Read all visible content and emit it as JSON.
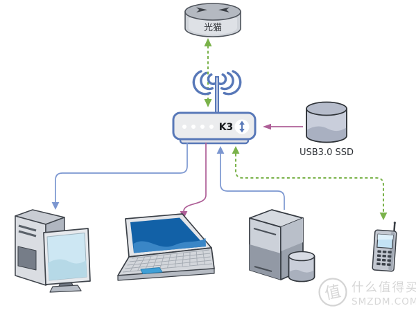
{
  "diagram": {
    "modem": {
      "label": "光猫",
      "icon": "modem-cylinder-icon"
    },
    "router": {
      "label": "K3",
      "icon": "wifi-router-icon",
      "led_count": 4,
      "port_icon": "usb-updown-arrow-icon"
    },
    "ssd": {
      "label": "USB3.0 SSD",
      "icon": "disk-cylinder-icon"
    },
    "devices": [
      {
        "name": "desktop-pc",
        "icon": "desktop-tower-monitor-icon",
        "link": "wired",
        "arrow": "router-to-device"
      },
      {
        "name": "laptop",
        "icon": "laptop-icon",
        "link": "usb-share",
        "arrow": "router-to-device"
      },
      {
        "name": "server",
        "icon": "server-tower-disk-icon",
        "link": "wired",
        "arrow": "device-to-router"
      },
      {
        "name": "phone",
        "icon": "mobile-phone-icon",
        "link": "wireless",
        "arrow": "bidirectional"
      }
    ],
    "links": [
      {
        "from": "modem",
        "to": "router",
        "style": "dashed",
        "direction": "both"
      },
      {
        "from": "ssd",
        "to": "router",
        "style": "solid",
        "direction": "to-router"
      },
      {
        "from": "router",
        "to": "desktop-pc",
        "style": "solid",
        "direction": "to-device"
      },
      {
        "from": "router",
        "to": "laptop",
        "style": "solid",
        "direction": "to-device"
      },
      {
        "from": "server",
        "to": "router",
        "style": "solid",
        "direction": "to-router"
      },
      {
        "from": "router",
        "to": "phone",
        "style": "dashed",
        "direction": "both"
      }
    ]
  },
  "colors": {
    "wired_link": "#7b96d0",
    "usb_link": "#ae5f97",
    "wireless_link": "#7ab24a",
    "router_accent": "#5878b8"
  },
  "watermark": {
    "logo_char": "值",
    "site_name": "什么值得买",
    "site_domain": "SMZDM.COM"
  }
}
